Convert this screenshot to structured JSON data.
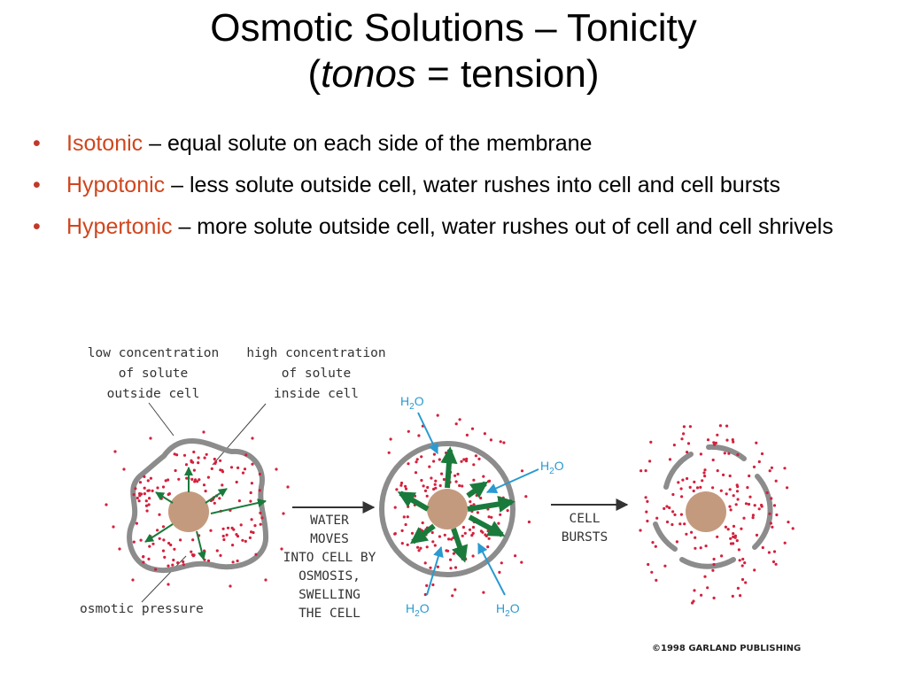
{
  "slide": {
    "title_line1": "Osmotic Solutions – Tonicity",
    "title_line2_open": "(",
    "title_line2_italic": "tonos",
    "title_line2_rest": " = tension)"
  },
  "bullets": [
    {
      "term": "Isotonic",
      "text": " – equal solute on each side of the membrane"
    },
    {
      "term": "Hypotonic",
      "text": " – less solute outside cell, water rushes into cell and cell bursts"
    },
    {
      "term": "Hypertonic",
      "text": " – more solute outside cell, water rushes out of cell and cell shrivels"
    }
  ],
  "diagram": {
    "label_low": [
      "low concentration",
      "of solute",
      "outside cell"
    ],
    "label_high": [
      "high concentration",
      "of solute",
      "inside cell"
    ],
    "label_osmotic": "osmotic pressure",
    "step1": [
      "WATER",
      "MOVES",
      "INTO CELL BY",
      "OSMOSIS,",
      "SWELLING",
      "THE CELL"
    ],
    "step2": [
      "CELL",
      "BURSTS"
    ],
    "water_h": "H",
    "water_sub": "2",
    "water_o": "O",
    "copyright": "©1998 GARLAND PUBLISHING"
  },
  "colors": {
    "title": "#000000",
    "term": "#d0461e",
    "bullet": "#c0392b",
    "solute_dot": "#d4203c",
    "membrane": "#8c8c8c",
    "nucleus": "#c49a7e",
    "water_arrow": "#2a9ad0",
    "pressure_arrow": "#1a7a3c"
  }
}
